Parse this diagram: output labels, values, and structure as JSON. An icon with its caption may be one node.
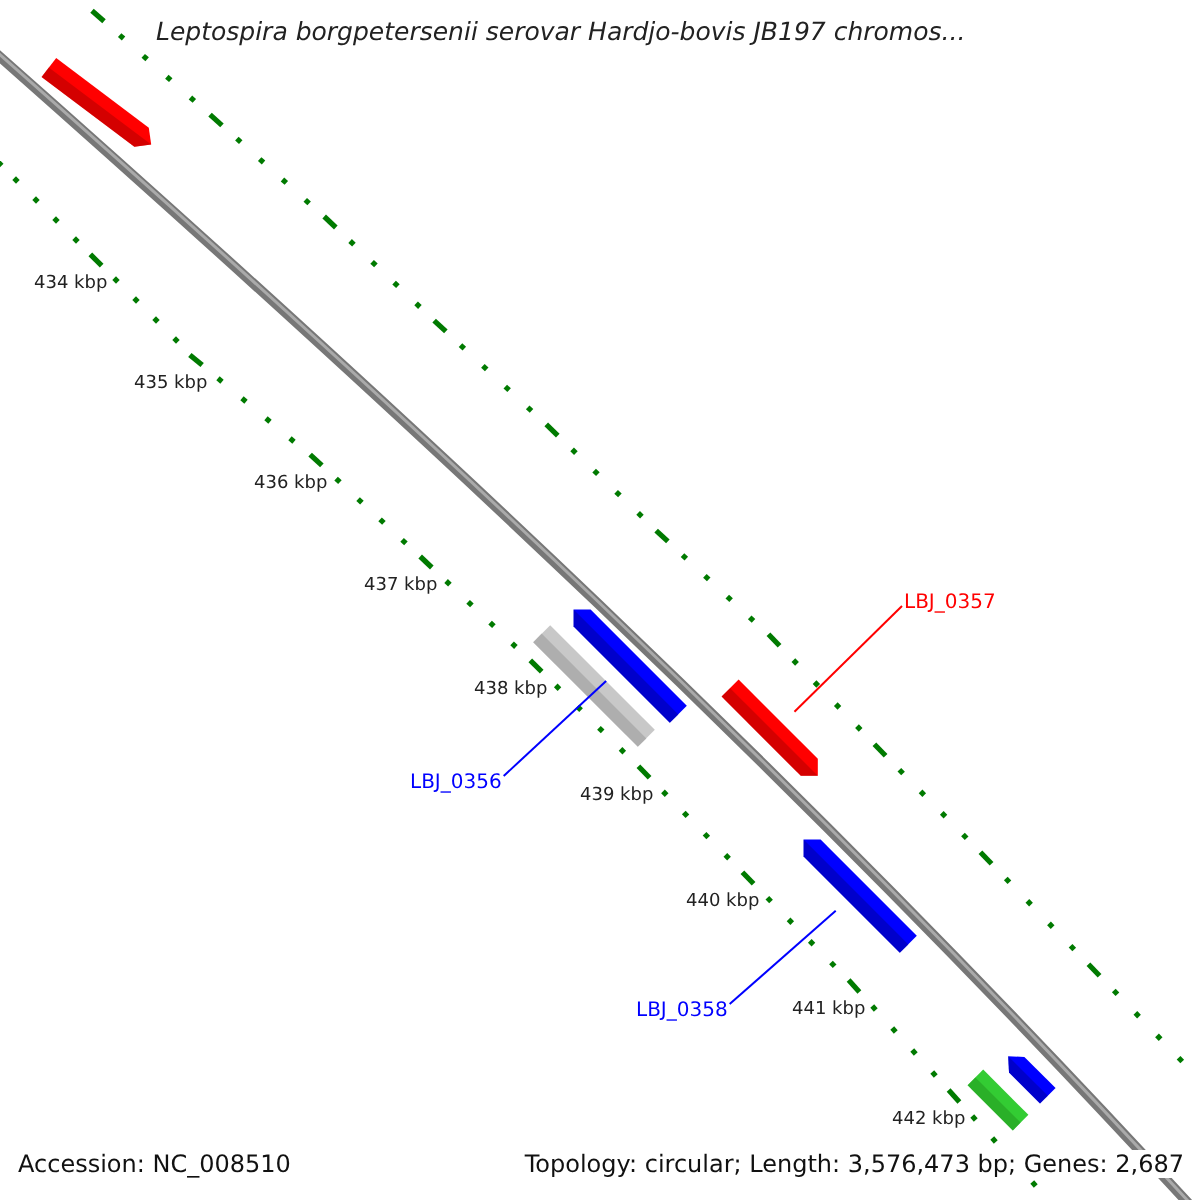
{
  "diagram": {
    "title": "Leptospira borgpetersenii serovar Hardjo-bovis JB197 chromos...",
    "nodes": [
      {
        "text": [],
        "shape": "bar"
      },
      {
        "text": [
          "LBJ_0357"
        ]
      },
      {
        "text": [],
        "shape": "bar"
      },
      {
        "text": [],
        "shape": "bar"
      },
      {
        "text": [],
        "shape": "bar"
      },
      {
        "text": [
          "LBJ_0356"
        ]
      },
      {
        "text": [],
        "shape": "bar"
      },
      {
        "text": [
          "LBJ_0358"
        ]
      },
      {
        "text": [],
        "shape": "bar"
      },
      {
        "text": [],
        "shape": "bar"
      }
    ],
    "edges": [
      {
        "from": 1,
        "to": 4,
        "arrow": "none",
        "color": "#ff0000"
      },
      {
        "from": 5,
        "to": 2,
        "arrow": "none"
      },
      {
        "from": 7,
        "to": 6,
        "arrow": "none"
      }
    ],
    "labels": [
      "434 kbp",
      "435 kbp",
      "436 kbp",
      "437 kbp",
      "438 kbp",
      "439 kbp",
      "440 kbp",
      "441 kbp",
      "442 kbp",
      "Accession: NC_008510",
      "Topology: circular; Length: 3,576,473 bp; Genes: 2,687"
    ]
  }
}
